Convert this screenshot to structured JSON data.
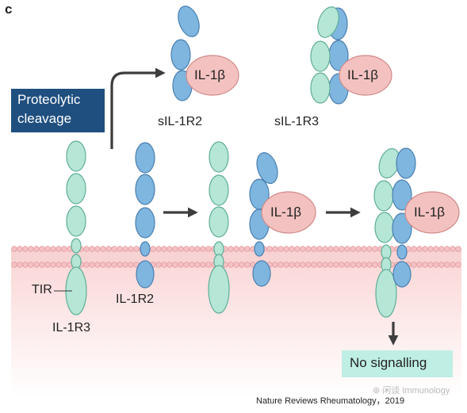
{
  "panel_label": "c",
  "proteolytic_cleavage": "Proteolytic cleavage",
  "ligand": "IL-1β",
  "labels": {
    "sIL_1R2": "sIL-1R2",
    "sIL_1R3": "sIL-1R3",
    "TIR": "TIR",
    "IL_1R2": "IL-1R2",
    "IL_1R3": "IL-1R3"
  },
  "no_signalling": "No signalling",
  "credit": "Nature Reviews Rheumatology，2019",
  "watermark": "⊛ 闲谈 Immunology",
  "colors": {
    "receptor_blue": "#7eb6df",
    "receptor_green": "#b6e6d6",
    "ligand_pink": "#f3c2c0",
    "membrane_pink": "#f5c2c4",
    "label_box": "#1f4f7f",
    "result_box": "#bfeee4",
    "arrow": "#3d3d3d"
  }
}
